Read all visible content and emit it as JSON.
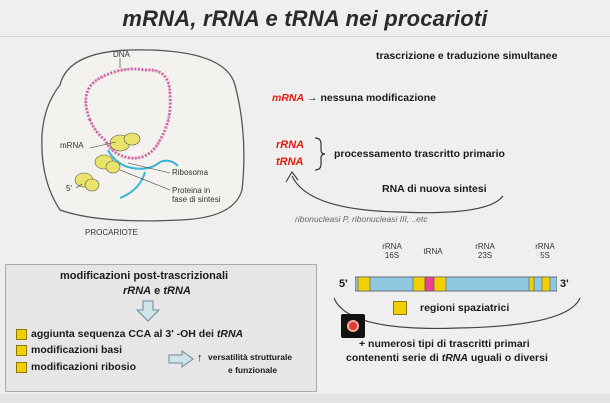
{
  "title": "mRNA, rRNA e tRNA nei procarioti",
  "cell": {
    "dna_label": "DNA",
    "mrna_label": "mRNA",
    "ribosome_label": "Ribosoma",
    "protein_label_line1": "Proteina in",
    "protein_label_line2": "fase di sintesi",
    "five_prime": "5'",
    "caption": "PROCARIOTE"
  },
  "right": {
    "simultaneous": "trascrizione e traduzione simultanee",
    "mrna": "mRNA",
    "arrow": "→",
    "no_mod": "nessuna modificazione",
    "rrna": "rRNA",
    "trna": "tRNA",
    "processing": "processamento trascritto primario",
    "new_rna": "RNA di nuova sintesi",
    "enzymes": "ribonucleasi P, ribonucleasi III, ..etc"
  },
  "operon": {
    "five": "5'",
    "three": "3'",
    "labels": [
      {
        "top": "rRNA",
        "bottom": "16S"
      },
      {
        "top": "tRNA",
        "bottom": ""
      },
      {
        "top": "rRNA",
        "bottom": "23S"
      },
      {
        "top": "rRNA",
        "bottom": "5S"
      }
    ],
    "spacer_legend": "regioni spaziatrici",
    "note_line1": "+ numerosi tipi di trascritti primari",
    "note_line2_pre": "contenenti serie di ",
    "note_line2_trna": "tRNA",
    "note_line2_post": " uguali o diversi"
  },
  "box": {
    "heading": "modificazioni post-trascrizionali",
    "sub_rrna": "rRNA",
    "sub_e": " e ",
    "sub_trna": "tRNA",
    "item1_pre": "aggiunta sequenza CCA al 3' -OH dei ",
    "item1_trna": "tRNA",
    "item2": "modificazioni basi",
    "item3": "modificazioni  ribosio",
    "versatility_arrow": "↑",
    "versatility_line1": "versatilità strutturale",
    "versatility_line2": "e funzionale"
  },
  "colors": {
    "accent_red": "#e11b0e",
    "spacer_yellow": "#f0d000",
    "operon_blue": "#8ec9e0",
    "trna_pink": "#e8409a",
    "ribosome_yellow": "#e9e36a"
  }
}
